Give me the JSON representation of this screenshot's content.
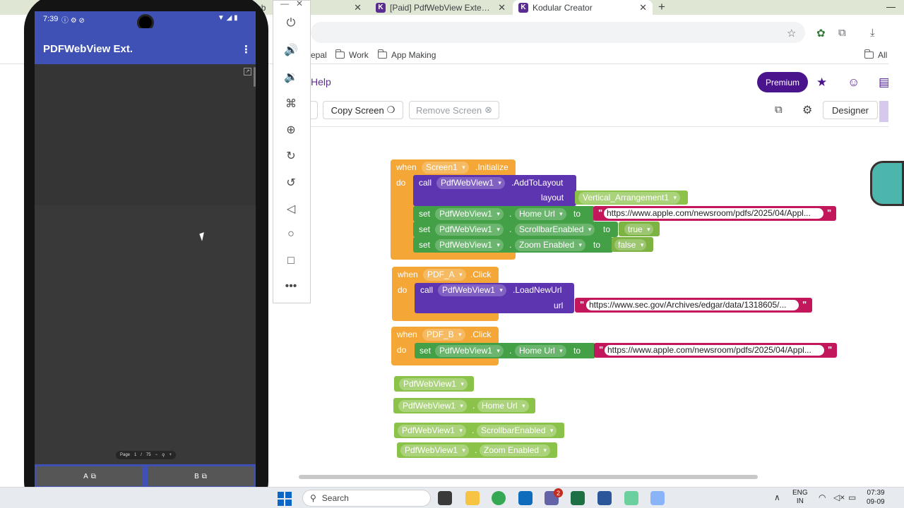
{
  "browser": {
    "tabs": [
      {
        "title": "[Paid] PdfWebView Extension: P",
        "favicon": "K"
      },
      {
        "title": "Kodular Creator",
        "favicon": "K"
      }
    ],
    "partial_tab_text": "v Tab",
    "bookmarks": [
      "epal",
      "Work",
      "App Making"
    ],
    "all_bookmarks": "All"
  },
  "kodular": {
    "help_label": "Help",
    "premium_label": "Premium",
    "copy_screen_label": "Copy Screen",
    "remove_screen_label": "Remove Screen",
    "designer_label": "Designer",
    "blocks": {
      "when": "when",
      "do": "do",
      "call": "call",
      "set": "set",
      "to": "to",
      "dot": ".",
      "quote": "\"",
      "screen1": "Screen1",
      "initialize": ".Initialize",
      "pdfwebview1": "PdfWebView1",
      "add_to_layout": ".AddToLayout",
      "layout": "layout",
      "vertical_arrangement": "Vertical_Arrangement1",
      "home_url": "Home Url",
      "scrollbar_enabled": "ScrollbarEnabled",
      "zoom_enabled": "Zoom Enabled",
      "true": "true",
      "false": "false",
      "apple_url": "https://www.apple.com/newsroom/pdfs/2025/04/Appl...",
      "pdf_a": "PDF_A",
      "pdf_b": "PDF_B",
      "click": ".Click",
      "load_new_url": ".LoadNewUrl",
      "url": "url",
      "sec_url": "https://www.sec.gov/Archives/edgar/data/1318605/..."
    }
  },
  "phone": {
    "time": "7:39",
    "app_title": "PDFWebView Ext.",
    "button_a": "A",
    "button_b": "B",
    "pdf_page_label": "Page",
    "pdf_page": "1",
    "pdf_sep": "/",
    "pdf_total": "75"
  },
  "taskbar": {
    "search_placeholder": "Search",
    "lang_top": "ENG",
    "lang_bottom": "IN",
    "time": "07:39",
    "date": "09-09",
    "teams_badge": "2"
  },
  "colors": {
    "kodular_purple": "#4a148c",
    "event_orange": "#f4a736",
    "call_purple": "#5e35b1",
    "set_green": "#43a047",
    "text_magenta": "#c2185b",
    "getter_green": "#8bc34a",
    "phone_primary": "#3f51b5"
  }
}
